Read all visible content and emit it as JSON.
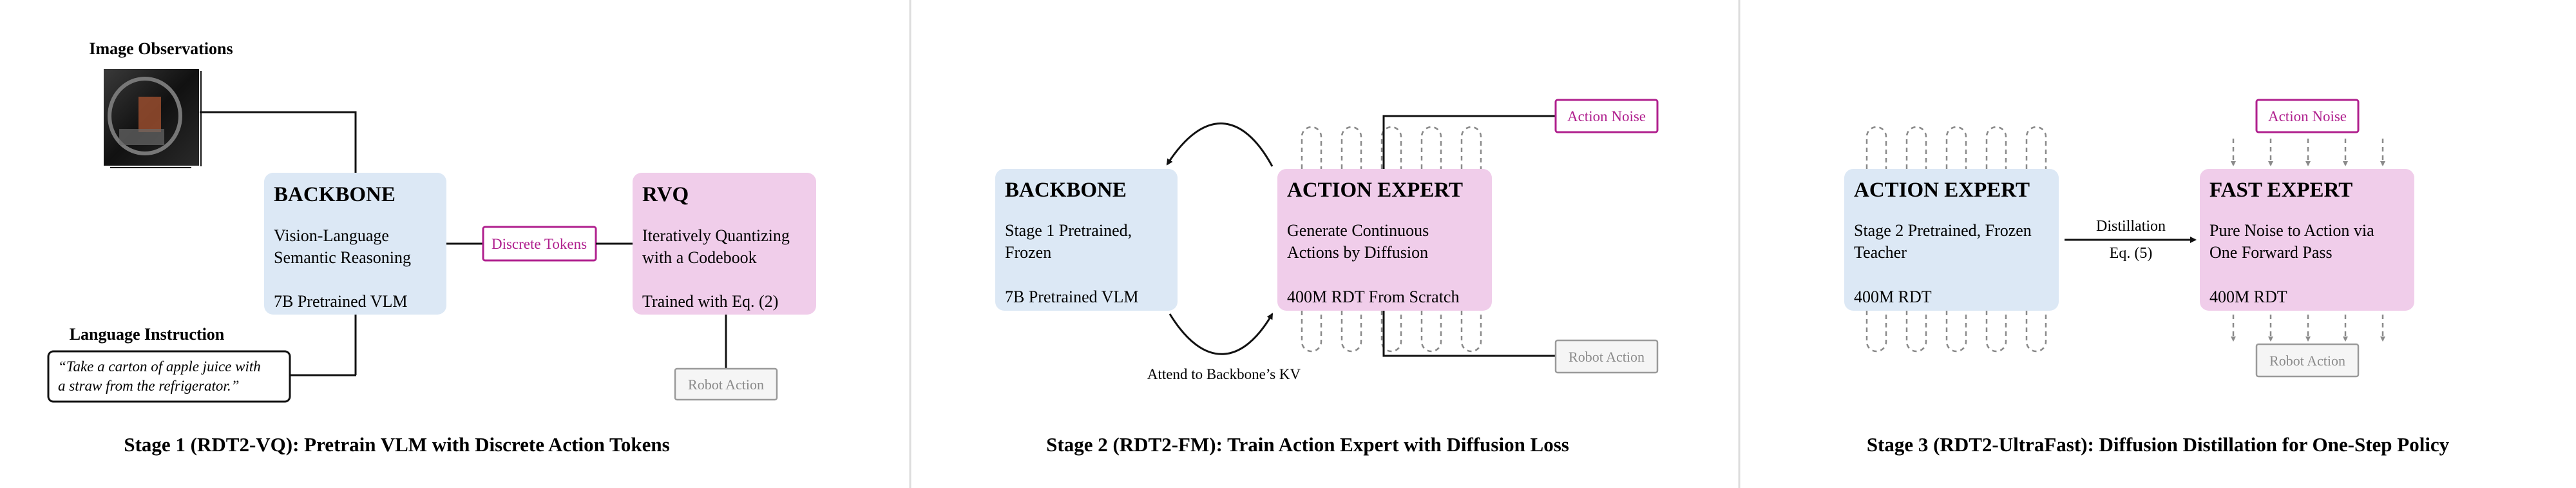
{
  "stage1": {
    "image_label": "Image Observations",
    "backbone": {
      "title": "BACKBONE",
      "line1": "Vision-Language",
      "line2": "Semantic Reasoning",
      "footer": "7B Pretrained VLM"
    },
    "token_label": "Discrete Tokens",
    "rvq": {
      "title": "RVQ",
      "line1": "Iteratively Quantizing",
      "line2": "with a Codebook",
      "footer": "Trained with Eq. (2)"
    },
    "robot_action": "Robot Action",
    "language_label": "Language Instruction",
    "instruction_line1": "“Take a carton of apple juice with",
    "instruction_line2": "a straw from the refrigerator.”",
    "caption": "Stage 1 (RDT2-VQ): Pretrain VLM with Discrete Action Tokens"
  },
  "stage2": {
    "backbone": {
      "title": "BACKBONE",
      "line1": "Stage 1 Pretrained,",
      "line2": "Frozen",
      "footer": "7B Pretrained VLM"
    },
    "expert": {
      "title": "ACTION EXPERT",
      "line1": "Generate Continuous",
      "line2": "Actions by Diffusion",
      "footer": "400M RDT From Scratch"
    },
    "noise_label": "Action Noise",
    "robot_action": "Robot Action",
    "attend_label": "Attend to Backbone’s KV",
    "caption": "Stage 2 (RDT2-FM): Train Action Expert with Diffusion Loss"
  },
  "stage3": {
    "teacher": {
      "title": "ACTION EXPERT",
      "line1": "Stage 2 Pretrained, Frozen",
      "line2": "Teacher",
      "footer": "400M RDT"
    },
    "distill_label": "Distillation",
    "distill_eq": "Eq. (5)",
    "fast": {
      "title": "FAST EXPERT",
      "line1": "Pure Noise to Action via",
      "line2": "One Forward Pass",
      "footer": "400M RDT"
    },
    "noise_label": "Action Noise",
    "robot_action": "Robot Action",
    "caption": "Stage 3 (RDT2-UltraFast): Diffusion Distillation for One-Step Policy"
  },
  "colors": {
    "blue_box": "#dce8f5",
    "pink_box": "#f0cdea",
    "magenta": "#b0208e",
    "gray": "#8a8a8a",
    "divider": "#dddddd"
  }
}
